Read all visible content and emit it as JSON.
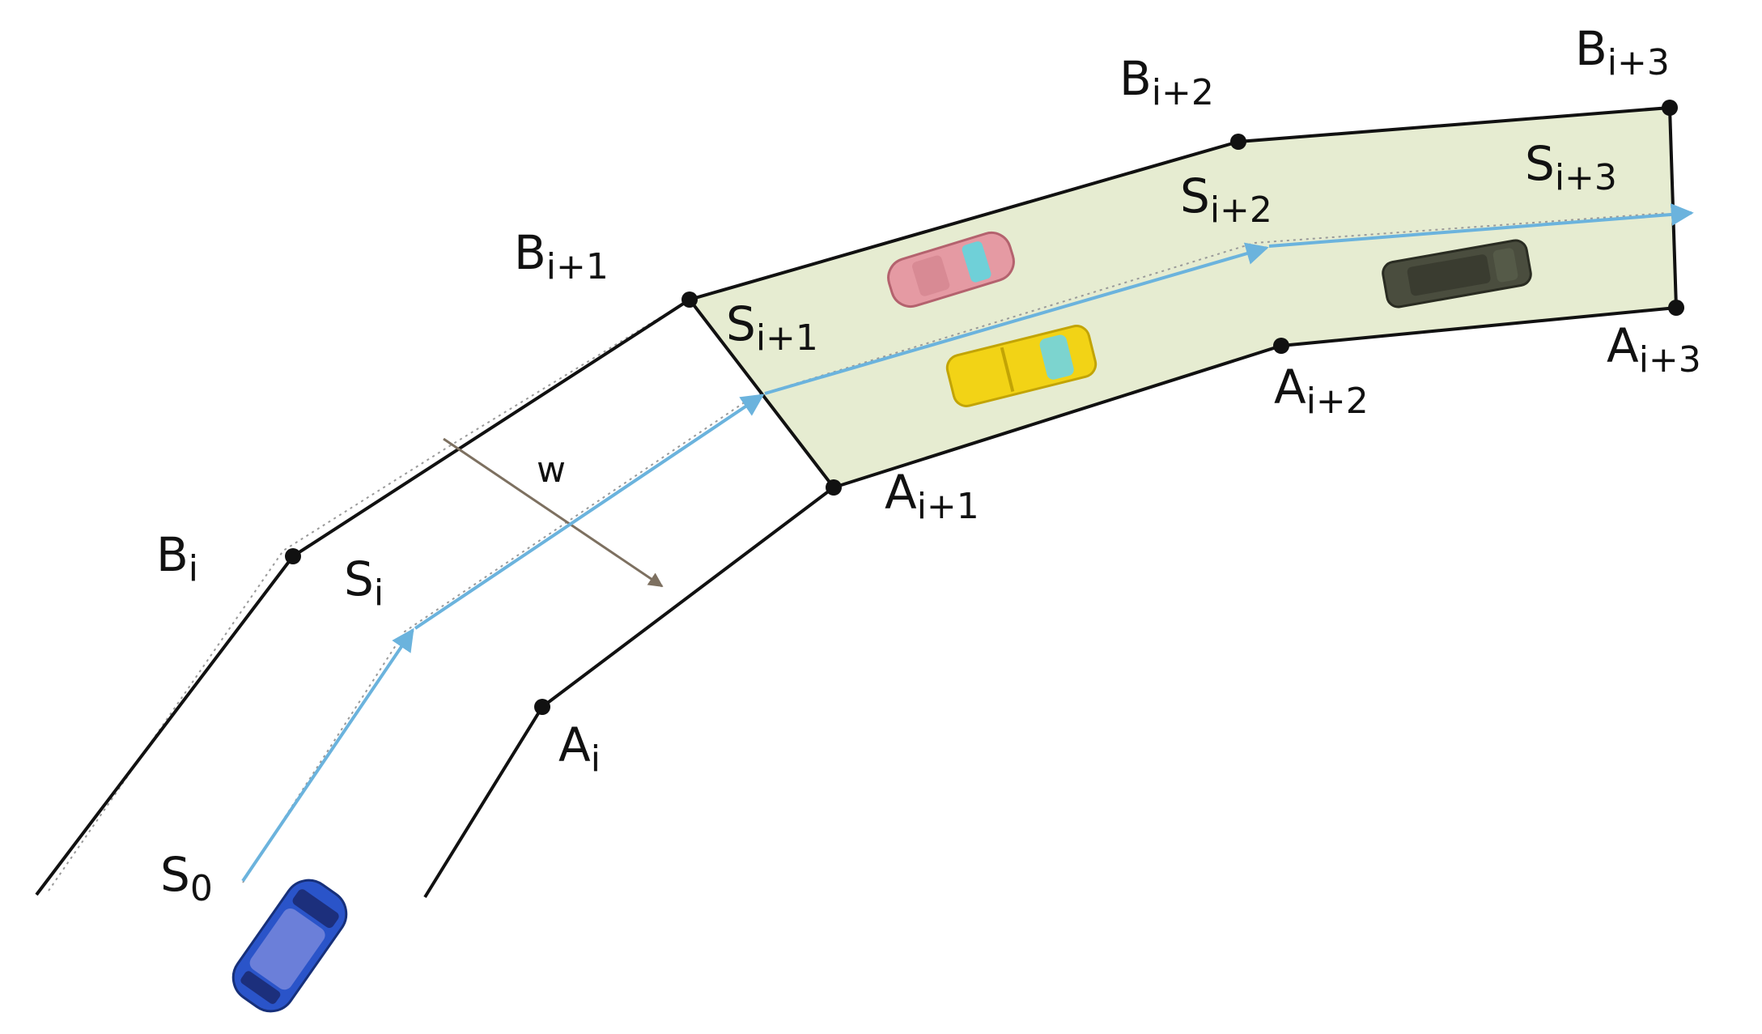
{
  "colors": {
    "boundary": "#111111",
    "path": "#6bb3dd",
    "segment_fill": "#e6ecd1",
    "guide": "#9a9a9a",
    "width_arrow": "#7d7060"
  },
  "labels": {
    "b0": {
      "base": "B",
      "sub": "i"
    },
    "b1": {
      "base": "B",
      "sub": "i+1"
    },
    "b2": {
      "base": "B",
      "sub": "i+2"
    },
    "b3": {
      "base": "B",
      "sub": "i+3"
    },
    "a0": {
      "base": "A",
      "sub": "i"
    },
    "a1": {
      "base": "A",
      "sub": "i+1"
    },
    "a2": {
      "base": "A",
      "sub": "i+2"
    },
    "a3": {
      "base": "A",
      "sub": "i+3"
    },
    "s0": {
      "base": "S",
      "sub": "0"
    },
    "si": {
      "base": "S",
      "sub": "i"
    },
    "s1": {
      "base": "S",
      "sub": "i+1"
    },
    "s2": {
      "base": "S",
      "sub": "i+2"
    },
    "s3": {
      "base": "S",
      "sub": "i+3"
    },
    "w": "w"
  },
  "vehicles": [
    {
      "name": "ego-car",
      "color": "#2a54c9",
      "role": "ego"
    },
    {
      "name": "pink-car",
      "color": "#e59aa3",
      "role": "obstacle"
    },
    {
      "name": "yellow-car",
      "color": "#f2d316",
      "role": "obstacle"
    },
    {
      "name": "dark-car",
      "color": "#4a4d3e",
      "role": "obstacle"
    }
  ]
}
